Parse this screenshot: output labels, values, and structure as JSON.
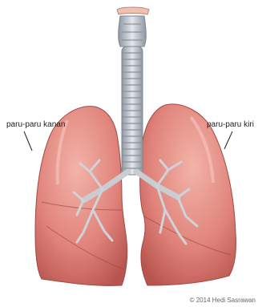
{
  "labels": {
    "right_lung": "paru-paru kanan",
    "left_lung": "paru-paru kiri"
  },
  "copyright": "© 2014 Hedi Sasrawan",
  "colors": {
    "lung_fill": "#e0837a",
    "lung_highlight": "#f3b3a8",
    "lung_shadow": "#b8544f",
    "trachea_fill": "#c7ccd3",
    "trachea_ring": "#9aa1aa",
    "bronchi_fill": "#d5d8dd",
    "larynx_fill": "#f2c0b0"
  }
}
